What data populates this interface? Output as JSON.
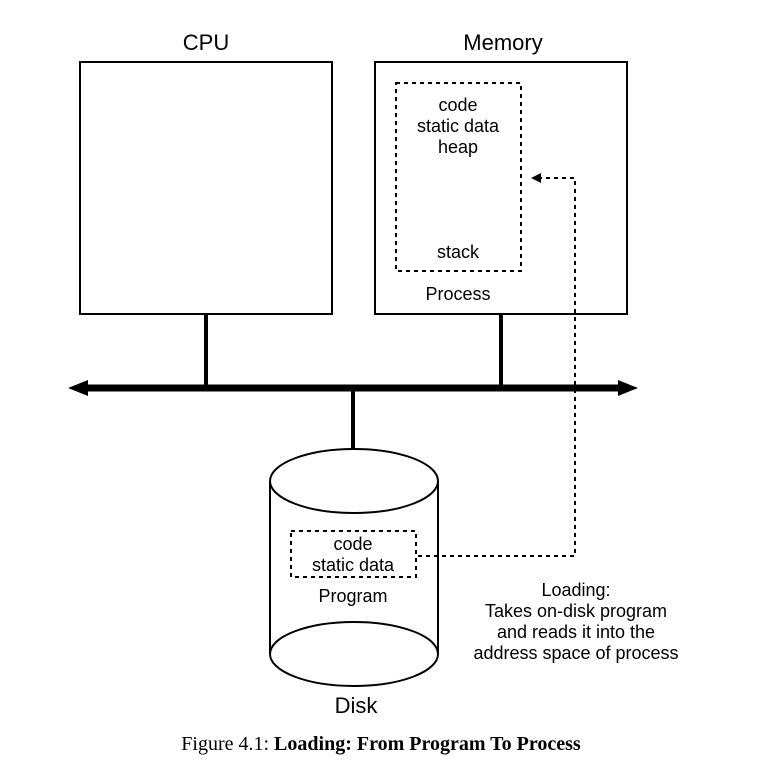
{
  "diagram": {
    "cpu_label": "CPU",
    "memory_label": "Memory",
    "process_label": "Process",
    "memory_segments": {
      "code": "code",
      "static_data": "static data",
      "heap": "heap",
      "stack": "stack"
    },
    "disk_label": "Disk",
    "program_label": "Program",
    "disk_segments": {
      "code": "code",
      "static_data": "static data"
    },
    "loading_note": [
      "Loading:",
      "Takes on-disk program",
      "and reads it into the",
      "address space of process"
    ]
  },
  "caption": {
    "prefix": "Figure 4.1:",
    "title": "Loading: From Program To Process"
  }
}
